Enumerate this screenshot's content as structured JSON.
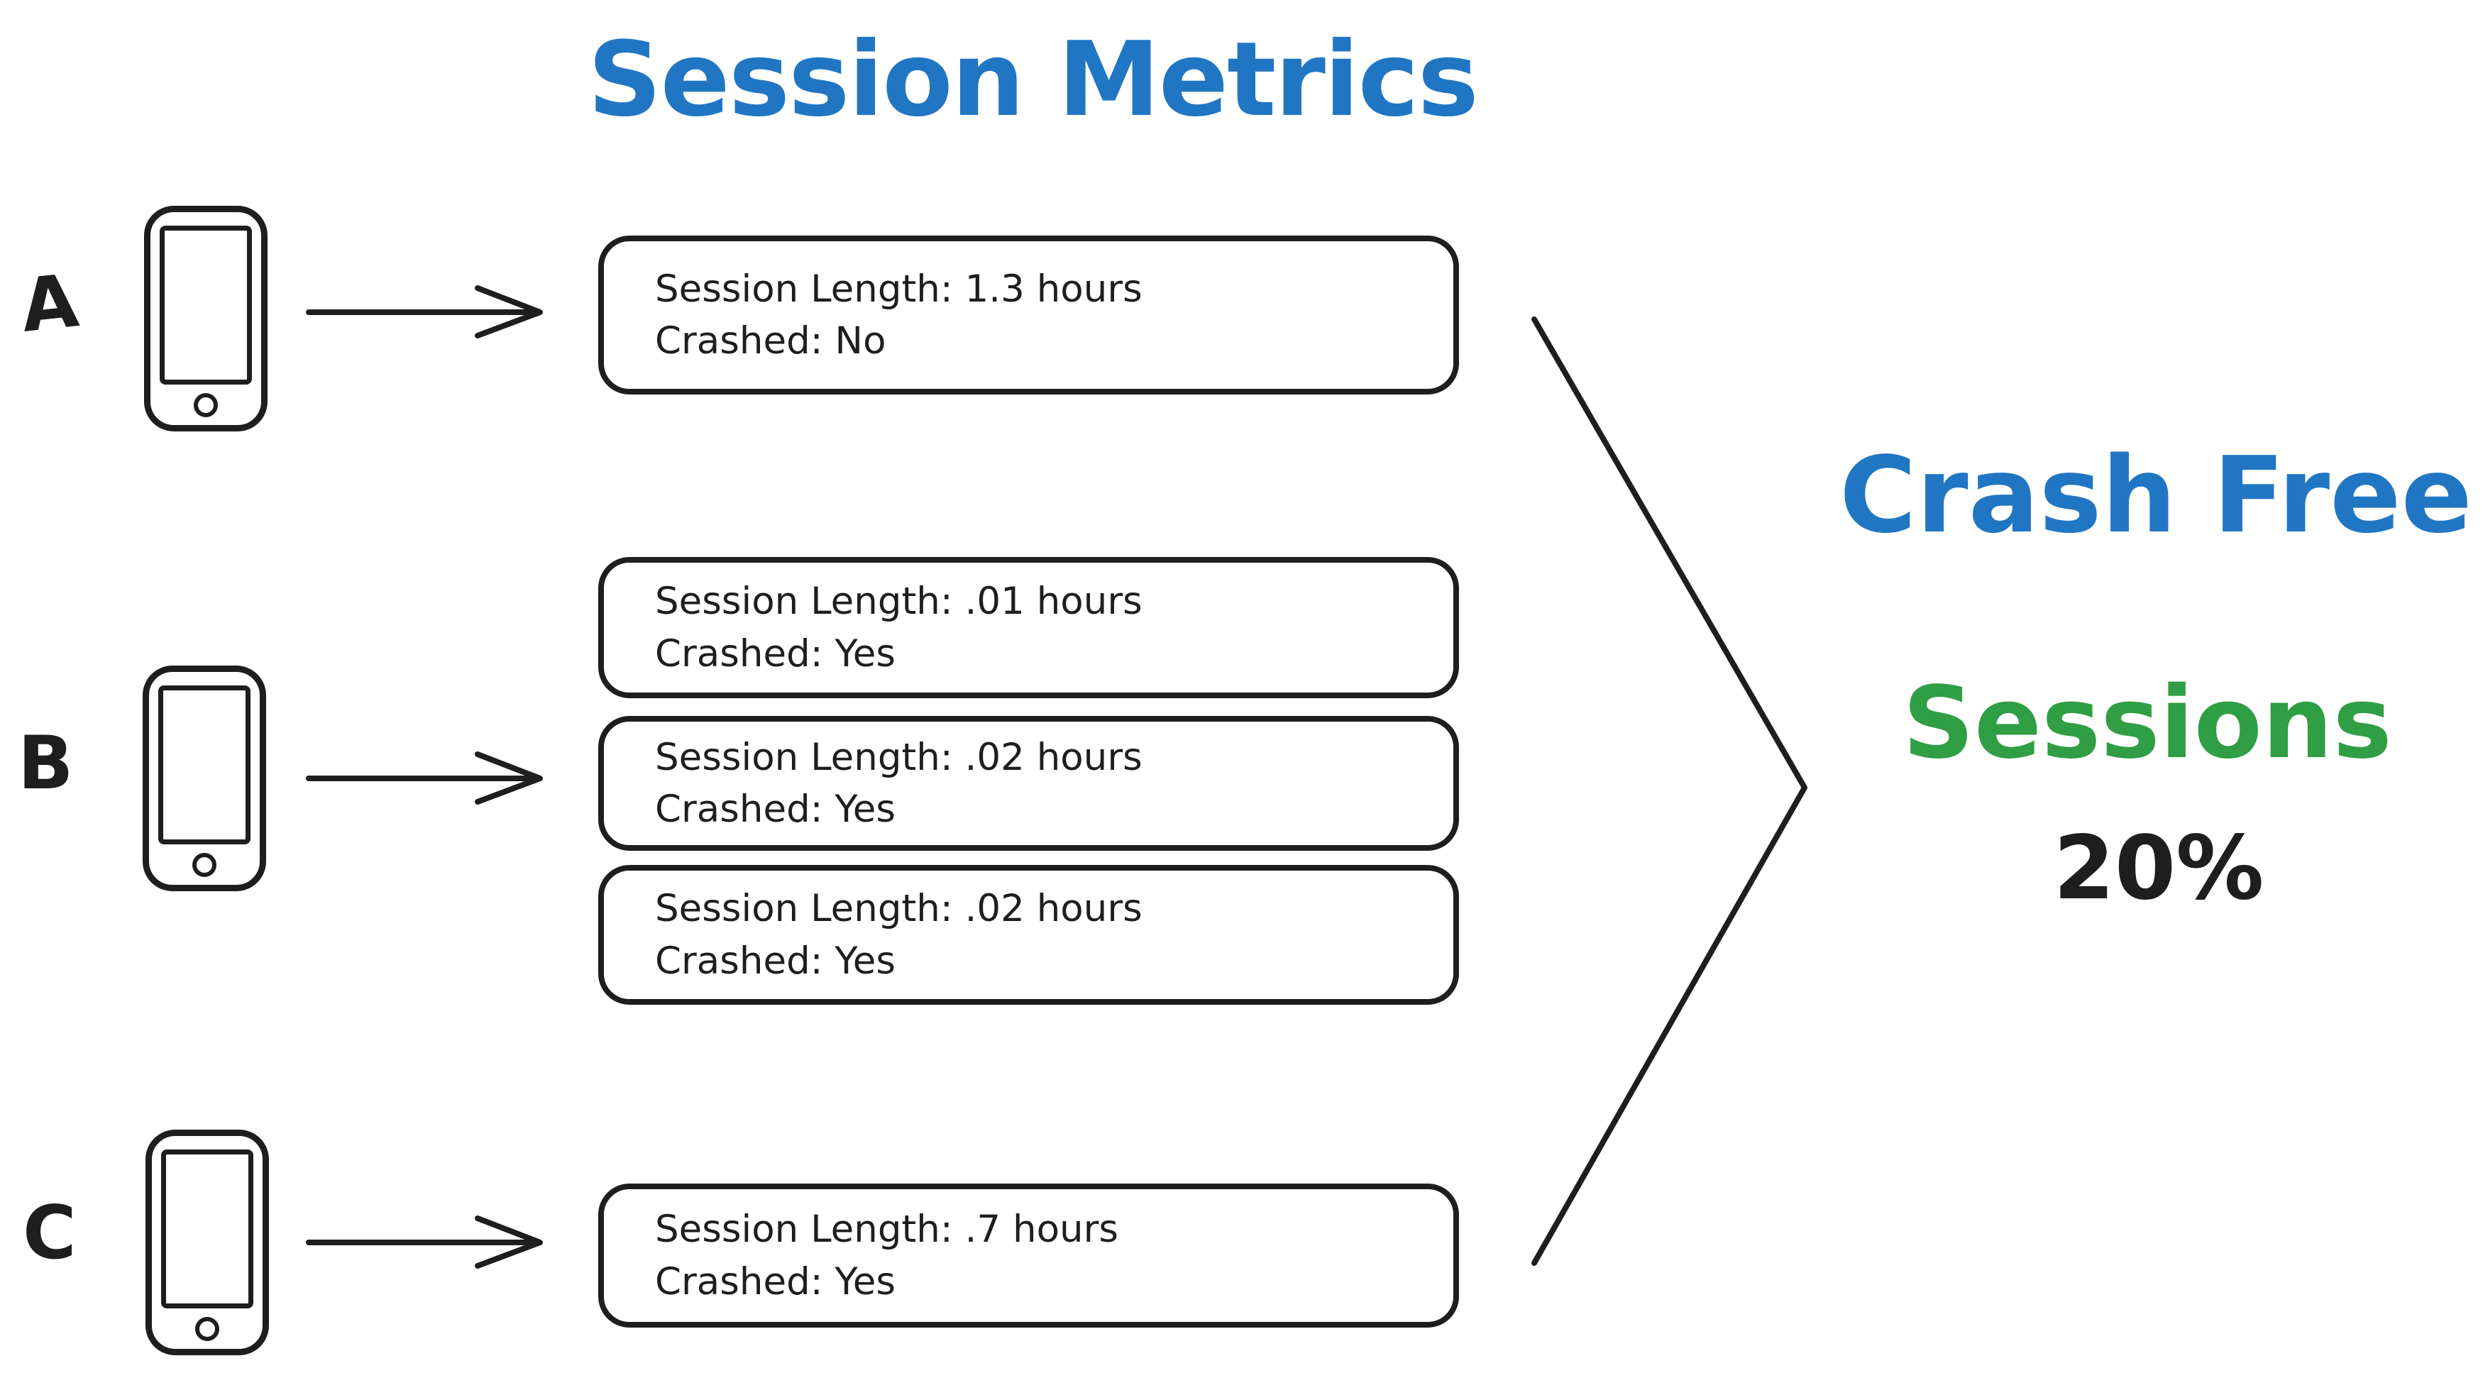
{
  "title": "Session Metrics",
  "colors": {
    "blue": "#2176c4",
    "green": "#2f9e44",
    "ink": "#1e1e1e"
  },
  "icons": {
    "device": "phone-icon",
    "flow": "arrow-right-icon",
    "merge": "chevron-right-icon"
  },
  "devices": [
    {
      "label": "A"
    },
    {
      "label": "B"
    },
    {
      "label": "C"
    }
  ],
  "sessions": [
    {
      "device": "A",
      "length_label": "Session Length: 1.3 hours",
      "crashed_label": "Crashed: No"
    },
    {
      "device": "B",
      "length_label": "Session Length: .01 hours",
      "crashed_label": "Crashed: Yes"
    },
    {
      "device": "B",
      "length_label": "Session Length: .02 hours",
      "crashed_label": "Crashed: Yes"
    },
    {
      "device": "B",
      "length_label": "Session Length: .02 hours",
      "crashed_label": "Crashed: Yes"
    },
    {
      "device": "C",
      "length_label": "Session Length: .7 hours",
      "crashed_label": "Crashed: Yes"
    }
  ],
  "result": {
    "line1": "Crash Free",
    "line2": "Sessions",
    "value": "20%"
  }
}
